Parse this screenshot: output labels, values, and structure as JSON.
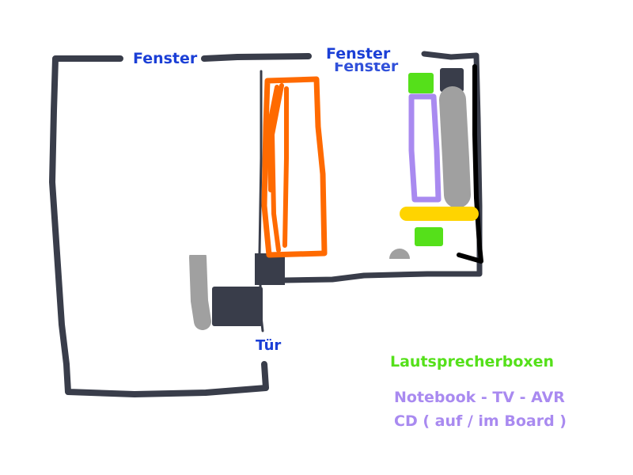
{
  "labels": {
    "window_left": "Fenster",
    "window_right": "Fenster",
    "window_right_shadow": "Fenster",
    "door": "Tür",
    "legend_speakers": "Lautsprecherboxen",
    "legend_devices_line1": "Notebook - TV - AVR",
    "legend_devices_line2": "CD ( auf / im Board )"
  },
  "colors": {
    "wall": "#393d4a",
    "outline_black": "#000000",
    "orange": "#ff6a00",
    "purple": "#a98af0",
    "green": "#55e01a",
    "yellow": "#ffd400",
    "gray": "#a0a0a0",
    "label_blue": "#1b3fd6"
  }
}
